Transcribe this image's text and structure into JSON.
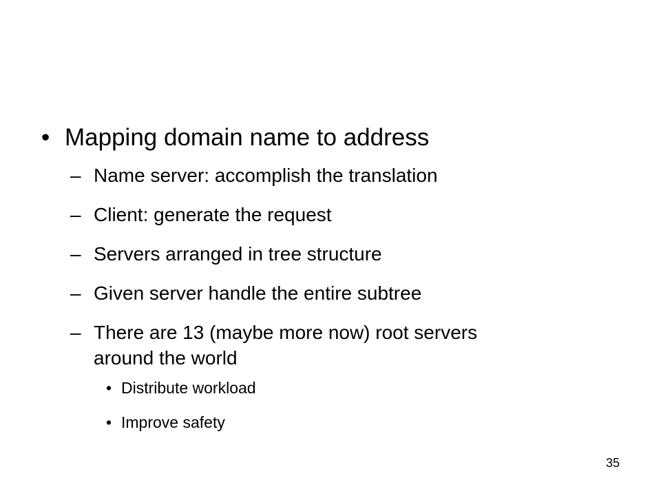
{
  "slide": {
    "heading": "Mapping domain name to address",
    "heading_marker": "•",
    "sub_marker": "–",
    "subsub_marker": "•",
    "points": [
      "Name server: accomplish the translation",
      "Client: generate the request",
      "Servers arranged in tree structure",
      "Given server handle the entire subtree"
    ],
    "wrapped_point": {
      "line1": "There are 13 (maybe more now) root servers",
      "line2": "around the world"
    },
    "details": [
      "Distribute workload",
      "Improve safety"
    ],
    "page_number": "35"
  }
}
